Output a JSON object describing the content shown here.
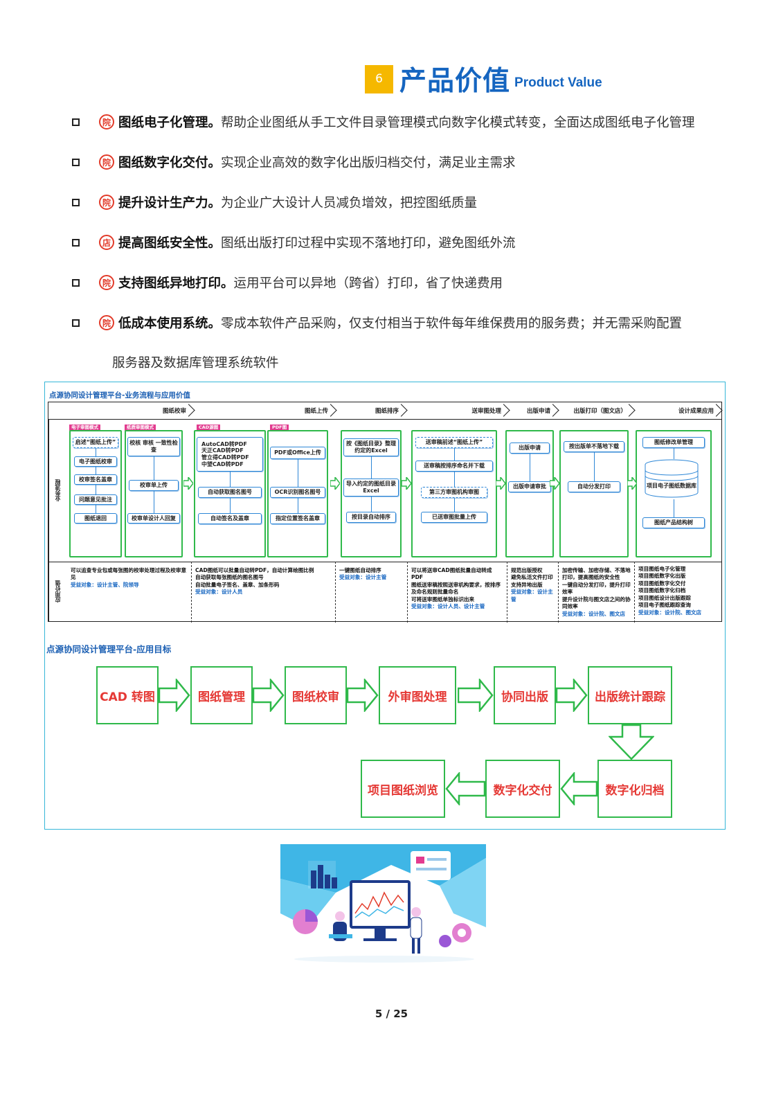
{
  "header": {
    "number": "6",
    "title_zh": "产品价值",
    "title_en": "Product Value"
  },
  "bullets": [
    {
      "tag": "院",
      "title": "图纸电子化管理。",
      "body": "帮助企业图纸从手工文件目录管理模式向数字化模式转变，全面达成图纸电子化管理"
    },
    {
      "tag": "院",
      "title": "图纸数字化交付。",
      "body": "实现企业高效的数字化出版归档交付，满足业主需求"
    },
    {
      "tag": "院",
      "title": "提升设计生产力。",
      "body": "为企业广大设计人员减负增效，把控图纸质量"
    },
    {
      "tag": "店",
      "title": "提高图纸安全性。",
      "body": "图纸出版打印过程中实现不落地打印，避免图纸外流"
    },
    {
      "tag": "院",
      "title": "支持图纸异地打印。",
      "body": "运用平台可以异地（跨省）打印，省了快递费用"
    },
    {
      "tag": "院",
      "title": "低成本使用系统。",
      "body": "零成本软件产品采购，仅支付相当于软件每年维保费用的服务费；并无需采购配置"
    }
  ],
  "bullet_continuation": "服务器及数据库管理系统软件",
  "diagram": {
    "title": "点源协同设计管理平台-业务流程与应用价值",
    "stages": [
      "图纸校审",
      "图纸上传",
      "图纸排序",
      "送审图处理",
      "出版申请",
      "出版打印（图文店）",
      "设计成果应用"
    ],
    "row_labels": [
      "业务流程",
      "应用价值"
    ],
    "mode_tags": [
      "电子审图模式",
      "纸质审图模式",
      "CAD源图",
      "PDF图"
    ],
    "col1": [
      "启述“图纸上传”",
      "电子图纸校审",
      "校审签名盖章",
      "问题意见批注",
      "图纸退回"
    ],
    "col2": [
      "校核 审核 一致性检查",
      "校审单上传",
      "校审单设计人回复"
    ],
    "col3": [
      "AutoCAD转PDF",
      "天正CAD转PDF",
      "管立得CAD转PDF",
      "中望CAD转PDF",
      "自动获取图名图号",
      "自动签名及盖章"
    ],
    "col4": [
      "PDF或Office上传",
      "OCR识别图名图号",
      "指定位置签名盖章"
    ],
    "col5": [
      "按《图纸目录》整理约定的Excel",
      "导入约定的图纸目录Excel",
      "按目录自动排序"
    ],
    "col6": [
      "送审稿前述“图纸上传”",
      "送审稿按排序命名并下载",
      "第三方审图机构审图",
      "已送审图批量上传"
    ],
    "col7": [
      "出版申请",
      "出版申请审批"
    ],
    "col8": [
      "按出版单不落地下载",
      "自动分发打印"
    ],
    "col9": [
      "图纸修改单管理",
      "项目电子图纸数据库",
      "图纸产品结构树"
    ],
    "desc": [
      [
        "可以追查专业包或每张图的校审处理过程及校审意见",
        "受益对象：设计主管、院领导"
      ],
      [
        "CAD图纸可以批量自动转PDF，自动计算绘图比例",
        "自动获取每张图纸的图名图号",
        "自动批量电子签名、盖章、加条形码",
        "受益对象：设计人员"
      ],
      [
        "一键图纸自动排序",
        "受益对象：设计主管"
      ],
      [
        "可以将送审CAD图纸批量自动转成PDF",
        "图纸送审稿按照送审机构要求，按排序及命名规则批量命名",
        "可将送审图纸单独标识出来",
        "受益对象：设计人员、设计主管"
      ],
      [
        "规范出版授权",
        "避免私活文件打印",
        "支持异地出版",
        "受益对象：设计主管"
      ],
      [
        "加密传输、加密存储、不落地打印，提高图纸的安全性",
        "一键自动分发打印，提升打印效率",
        "提升设计院与图文店之间的协同效率",
        "受益对象：设计院、图文店"
      ],
      [
        "项目图纸电子化管理",
        "项目图纸数字化出版",
        "项目图纸数字化交付",
        "项目图纸数字化归档",
        "项目图纸设计出版跟踪",
        "项目电子图纸跟踪查询",
        "受益对象：设计院、图文店"
      ]
    ],
    "goal_title": "点源协同设计管理平台-应用目标",
    "goals": [
      "CAD 转图",
      "图纸管理",
      "图纸校审",
      "外审图处理",
      "协同出版",
      "出版统计跟踪",
      "数字化归档",
      "数字化交付",
      "项目图纸浏览"
    ]
  },
  "footer": {
    "page": "5 / 25"
  },
  "colors": {
    "blue": "#1565c0",
    "green": "#2fb94a",
    "red": "#e53935",
    "yellow": "#f5b800"
  }
}
